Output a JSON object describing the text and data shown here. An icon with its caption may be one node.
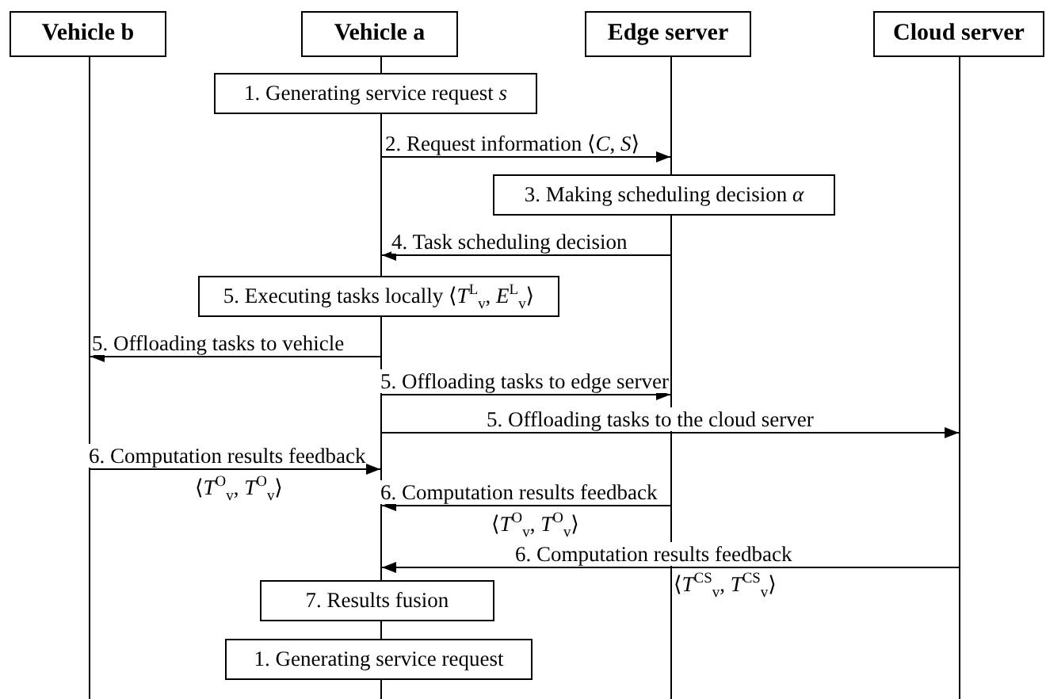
{
  "diagram": {
    "nodes": [
      {
        "text": [
          "Vehicle b"
        ]
      },
      {
        "text": [
          "Vehicle a"
        ]
      },
      {
        "text": [
          "Edge server"
        ]
      },
      {
        "text": [
          "Cloud server"
        ]
      },
      {
        "text": [],
        "shape": "bar"
      },
      {
        "text": [],
        "shape": "bar"
      },
      {
        "text": [],
        "shape": "bar"
      },
      {
        "text": [],
        "shape": "bar"
      },
      {
        "text": [
          "1. Generating service request *s*"
        ]
      },
      {
        "text": [
          "3. Making scheduling decision *α*"
        ]
      },
      {
        "text": [
          "5. Executing tasks locally ⟨*T*$^{L}$$_{v}$, *E*$^{L}$$_{v}$⟩"
        ]
      },
      {
        "text": [
          "7. Results fusion"
        ]
      },
      {
        "text": [
          "1. Generating service request"
        ]
      }
    ],
    "edges": [
      {
        "from": 5,
        "to": 6,
        "arrow": "to",
        "label": "2. Request information ⟨*C*, *S*⟩"
      },
      {
        "from": 6,
        "to": 5,
        "arrow": "to",
        "label": "4. Task scheduling decision"
      },
      {
        "from": 5,
        "to": 4,
        "arrow": "to",
        "label": "5. Offloading tasks to vehicle"
      },
      {
        "from": 5,
        "to": 6,
        "arrow": "to",
        "label": "5. Offloading tasks to edge server"
      },
      {
        "from": 5,
        "to": 7,
        "arrow": "to",
        "label": "5. Offloading tasks to the cloud server"
      },
      {
        "from": 4,
        "to": 5,
        "arrow": "to",
        "label": "6. Computation results feedback"
      },
      {
        "from": 6,
        "to": 5,
        "arrow": "to",
        "label": "6. Computation results feedback"
      },
      {
        "from": 7,
        "to": 5,
        "arrow": "to",
        "label": "6. Computation results feedback"
      }
    ],
    "labels": [
      "⟨*T*$^{O}$$_{v}$, *T*$^{O}$$_{v}$⟩",
      "⟨*T*$^{O}$$_{v}$, *T*$^{O}$$_{v}$⟩",
      "⟨*T*$^{CS}$$_{v}$, *T*$^{CS}$$_{v}$⟩"
    ]
  }
}
